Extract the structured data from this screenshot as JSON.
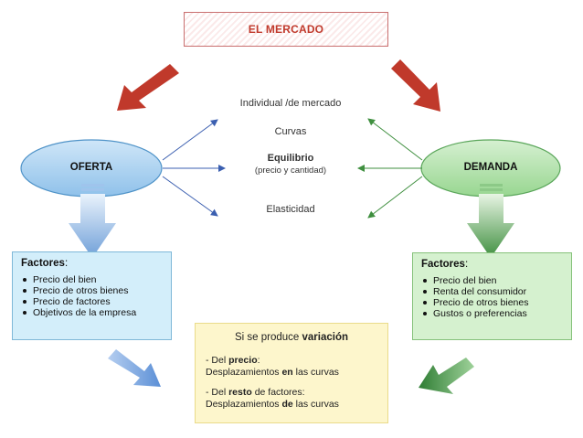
{
  "title": "EL MERCADO",
  "left_node": {
    "label": "OFERTA",
    "fill": "#a9d2f0",
    "stroke": "#4f93c8"
  },
  "right_node": {
    "label": "DEMANDA",
    "fill": "#b3e3ac",
    "stroke": "#5aa65a"
  },
  "center_topics": {
    "individual": "Individual /de mercado",
    "curvas": "Curvas",
    "equilibrio": "Equilibrio",
    "equilibrio_sub": "(precio y cantidad)",
    "elasticidad": "Elasticidad"
  },
  "supply_factors": {
    "title": "Factores",
    "items": [
      "Precio del bien",
      "Precio de otros bienes",
      "Precio de factores",
      "Objetivos de la empresa"
    ]
  },
  "demand_factors": {
    "title": "Factores",
    "items": [
      "Precio del bien",
      "Renta del consumidor",
      "Precio de otros bienes",
      "Gustos o preferencias"
    ]
  },
  "variation_box": {
    "head_prefix": "Si se produce ",
    "head_bold": "variación",
    "price_prefix": "- Del ",
    "price_bold": "precio",
    "price_suffix": ":",
    "price_line2_a": "Desplazamientos ",
    "price_line2_bold": "en",
    "price_line2_b": " las curvas",
    "rest_prefix": "- Del ",
    "rest_bold": "resto",
    "rest_suffix": " de factores:",
    "rest_line2_a": "Desplazamientos ",
    "rest_line2_bold": "de",
    "rest_line2_b": " las curvas"
  },
  "colors": {
    "red_arrow": "#c0392b",
    "blue_arrow": "#6f9fd8",
    "green_arrow": "#3f8f3f",
    "title_text": "#c0392b"
  }
}
